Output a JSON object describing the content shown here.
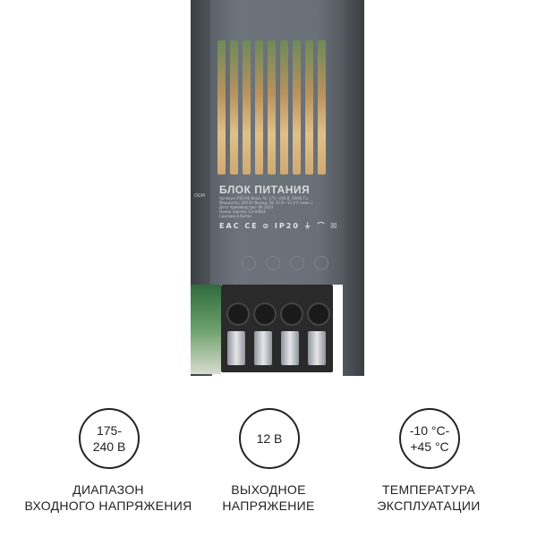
{
  "product": {
    "title": "БЛОК ПИТАНИЯ",
    "spec_lines": [
      "Артикул: PS3-60    Вход: AC 175—240 В, 50/60 Гц",
      "Мощность: 160 Вт   Выход: DC 12 В—13,3 А (макс.)"
    ],
    "info_lines": [
      "Дата производства: 06.2024",
      "Номер партии: CU-A/N24",
      "Сделано в Китае"
    ],
    "brand": "OGM",
    "cert_marks": "EAC CE ⊘ IP20 ⏚ ⌒ ☒"
  },
  "features": [
    {
      "value": "175-\n240 В",
      "value_lines": [
        "175-",
        "240 В"
      ],
      "caption_lines": [
        "ДИАПАЗОН",
        "ВХОДНОГО НАПРЯЖЕНИЯ"
      ]
    },
    {
      "value_lines": [
        "12 В"
      ],
      "caption_lines": [
        "ВЫХОДНОЕ",
        "НАПРЯЖЕНИЕ"
      ]
    },
    {
      "value_lines": [
        "-10 °C-",
        "+45 °C"
      ],
      "caption_lines": [
        "ТЕМПЕРАТУРА",
        "ЭКСПЛУАТАЦИИ"
      ]
    }
  ]
}
